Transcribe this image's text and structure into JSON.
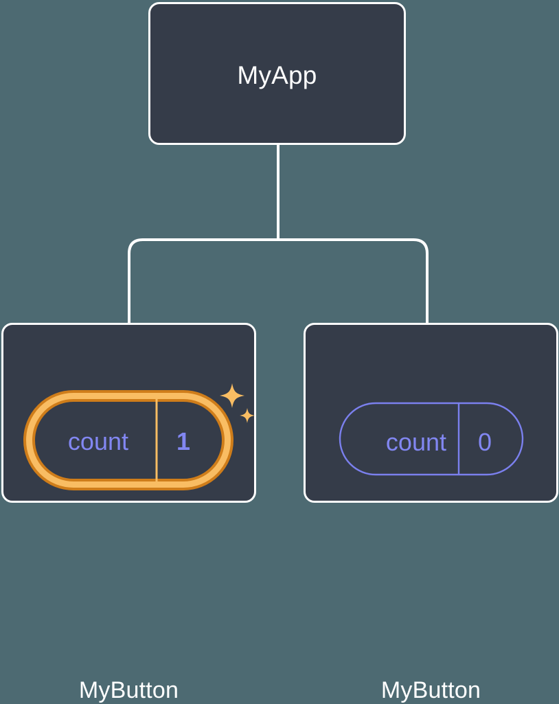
{
  "diagram": {
    "type": "component-tree",
    "background_color": "#4d6a72",
    "node_fill": "#353c49",
    "node_border": "#ffffff",
    "connector_color": "#ffffff",
    "accent_highlight": "#f9bd63",
    "accent_highlight_outer": "#cf7d1a",
    "state_color": "#8287f2"
  },
  "root": {
    "label": "MyApp"
  },
  "children": [
    {
      "label": "MyButton",
      "state": {
        "key": "count",
        "value": "1",
        "highlighted": true
      },
      "sparkle": {
        "large": "sparkle-star-large",
        "small": "sparkle-star-small"
      }
    },
    {
      "label": "MyButton",
      "state": {
        "key": "count",
        "value": "0",
        "highlighted": false
      }
    }
  ]
}
